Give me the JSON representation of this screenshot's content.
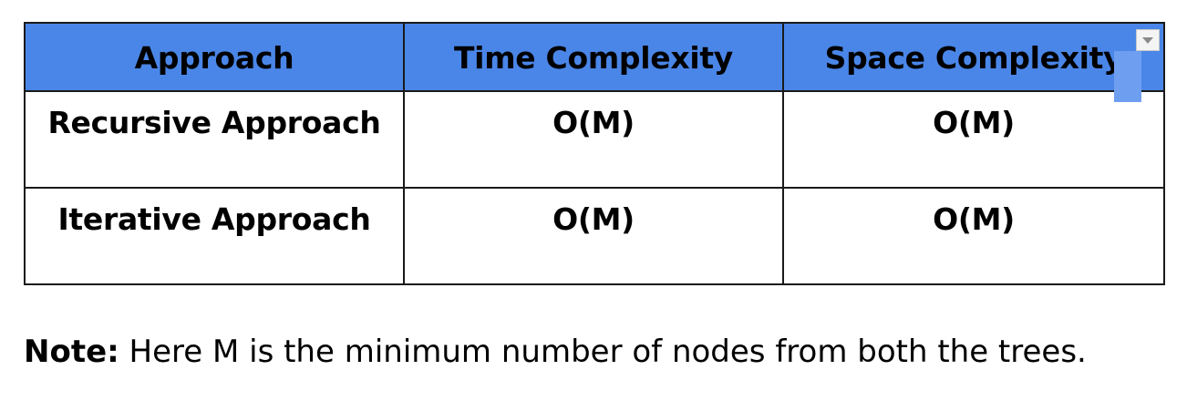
{
  "table": {
    "headers": [
      "Approach",
      "Time Complexity",
      "Space Complexity"
    ],
    "rows": [
      [
        "Recursive Approach",
        "O(M)",
        "O(M)"
      ],
      [
        "Iterative Approach",
        "O(M)",
        "O(M)"
      ]
    ],
    "header_bg": "#4a86e8",
    "border_color": "#1a1a1a"
  },
  "note": {
    "label": "Note:",
    "text": " Here M is the minimum number of nodes from both the trees."
  },
  "icons": {
    "filter": "chevron-down-icon"
  }
}
